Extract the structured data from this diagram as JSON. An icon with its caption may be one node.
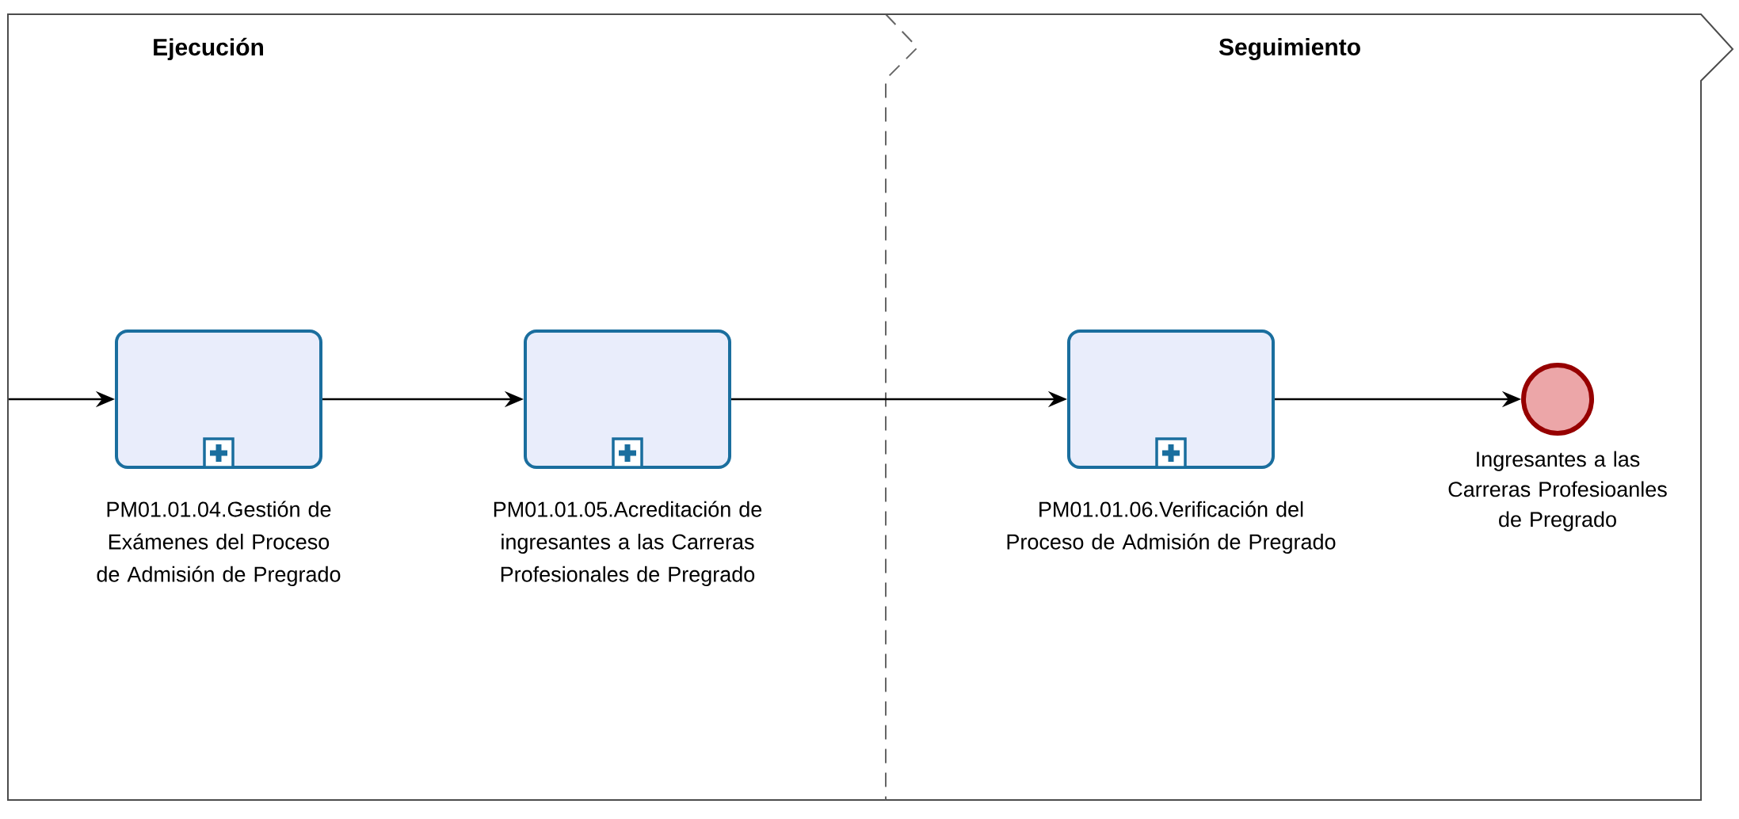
{
  "diagram": {
    "nodes": [
      {
        "text": [
          "Ejecución"
        ]
      },
      {
        "text": [
          "Seguimiento"
        ]
      },
      {
        "text": [
          "PM01.01.04.Gestión de Exámenes del Proceso de Admisión de Pregrado"
        ],
        "in": 0
      },
      {
        "text": [
          "PM01.01.05.Acreditación de ingresantes a las Carreras Profesionales de Pregrado"
        ],
        "in": 0
      },
      {
        "text": [
          "PM01.01.06.Verificación del Proceso de Admisión de Pregrado"
        ],
        "in": 1
      },
      {
        "text": [
          "Ingresantes a las Carreras Profesioanles de Pregrado"
        ],
        "in": 1
      }
    ],
    "edges": [
      {
        "from": null,
        "to": 2,
        "arrow": "to"
      },
      {
        "from": 2,
        "to": 3,
        "arrow": "to"
      },
      {
        "from": 3,
        "to": 4,
        "arrow": "to"
      },
      {
        "from": 4,
        "to": 5,
        "arrow": "to"
      }
    ]
  }
}
